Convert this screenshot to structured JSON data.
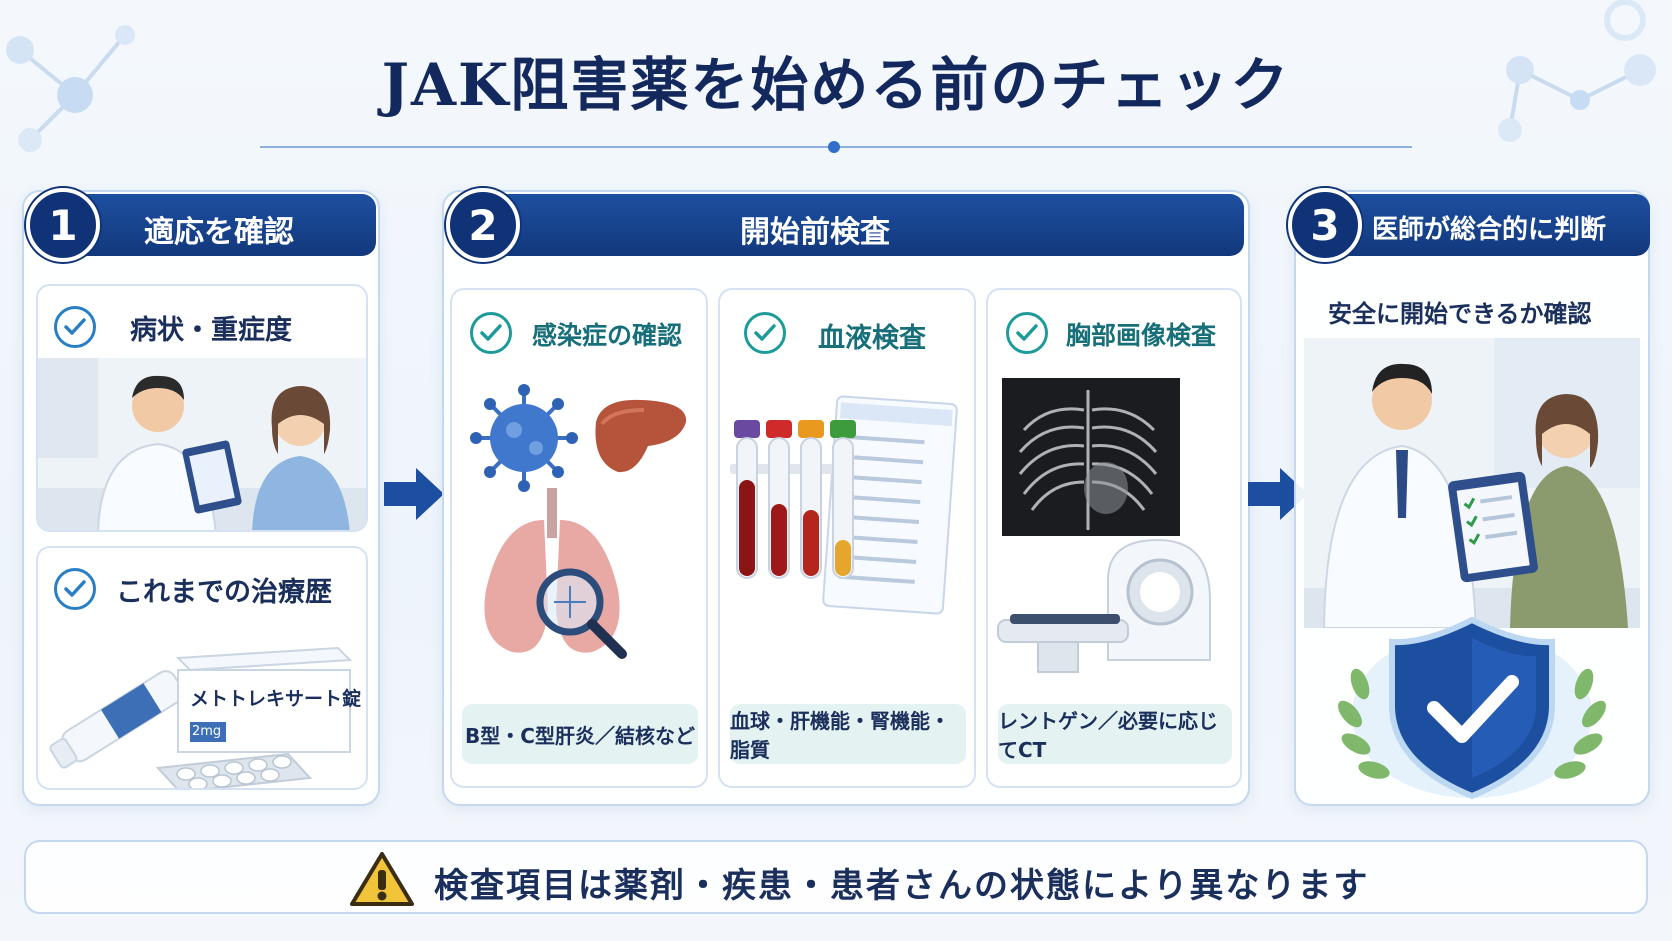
{
  "title": "JAK阻害薬を始める前のチェック",
  "steps": [
    {
      "number": "1",
      "label": "適応を確認",
      "cards": [
        {
          "title": "病状・重症度"
        },
        {
          "title": "これまでの治療歴",
          "box_label": "メトトレキサート錠",
          "dose_label": "2mg"
        }
      ]
    },
    {
      "number": "2",
      "label": "開始前検査",
      "cards": [
        {
          "title": "感染症の確認",
          "caption": "B型・C型肝炎／結核など"
        },
        {
          "title": "血液検査",
          "caption": "血球・肝機能・腎機能・脂質"
        },
        {
          "title": "胸部画像検査",
          "caption": "レントゲン／必要に応じてCT"
        }
      ]
    },
    {
      "number": "3",
      "label": "医師が総合的に判断",
      "subtitle": "安全に開始できるか確認"
    }
  ],
  "footer": {
    "text": "検査項目は薬剤・疾患・患者さんの状態により異なります",
    "icon": "warning-icon"
  },
  "colors": {
    "navy": "#13295e",
    "header_blue": "#1d4fa0",
    "teal": "#1f9a9a",
    "caption_bg": "#e4f3f2"
  }
}
